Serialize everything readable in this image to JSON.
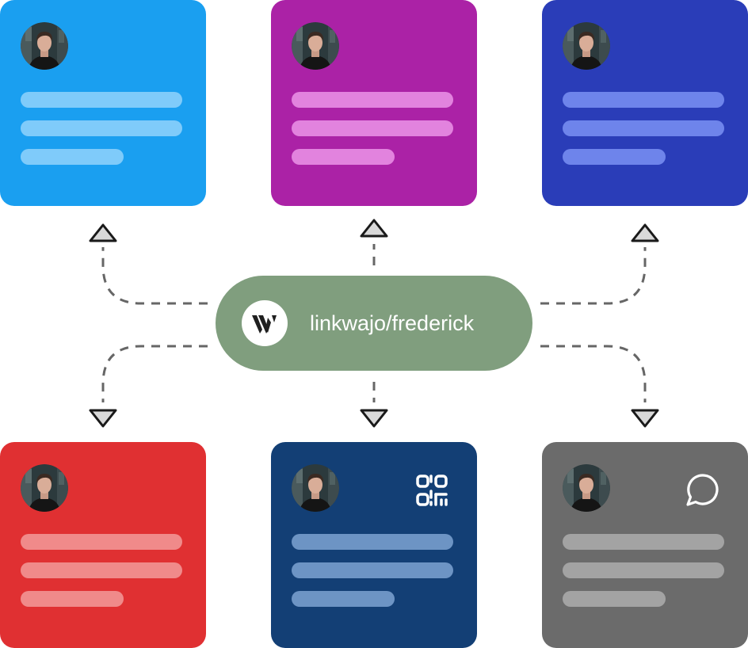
{
  "colors": {
    "card_1": "#1a9ff0",
    "card_2": "#ab22a6",
    "card_3": "#2a3db8",
    "card_4": "#e03032",
    "card_5": "#133f75",
    "card_6": "#6b6b6b",
    "bar_1": "#7fcbfa",
    "bar_2": "#e283de",
    "bar_3": "#6e84eb",
    "bar_4": "#f08a8a",
    "bar_5": "#6d94c4",
    "bar_6": "#a3a3a3",
    "pill": "#809e7e",
    "connector": "#666666",
    "arrow_fill": "#d9d9d9",
    "arrow_stroke": "#1a1a1a"
  },
  "hub": {
    "label": "linkwajo/frederick",
    "logo_icon": "linkwajo-logo-icon"
  },
  "cards": [
    {
      "icon": "avatar"
    },
    {
      "icon": "avatar"
    },
    {
      "icon": "avatar"
    },
    {
      "icon": "avatar"
    },
    {
      "icon": "avatar",
      "corner_icon": "qr-code-icon"
    },
    {
      "icon": "avatar",
      "corner_icon": "chat-bubble-icon"
    }
  ]
}
